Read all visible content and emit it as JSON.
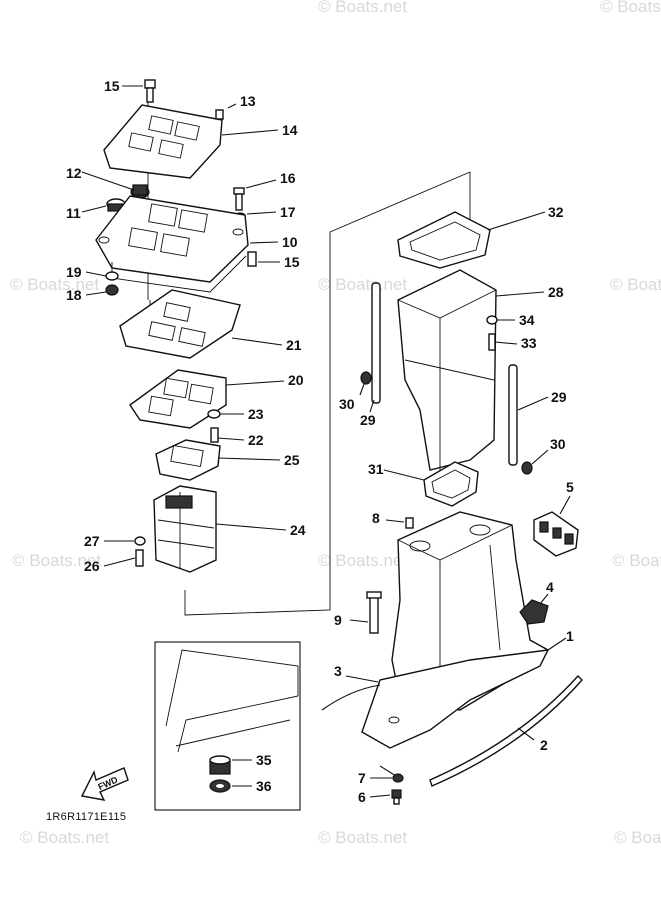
{
  "watermark_text": "© Boats.net",
  "diagram_code": "1R6R1171E115",
  "fwd_label": "FWD",
  "callouts": {
    "c1": "1",
    "c2": "2",
    "c3": "3",
    "c4": "4",
    "c5": "5",
    "c6": "6",
    "c7": "7",
    "c8": "8",
    "c9": "9",
    "c10": "10",
    "c11": "11",
    "c12": "12",
    "c13": "13",
    "c14": "14",
    "c15a": "15",
    "c15b": "15",
    "c16": "16",
    "c17": "17",
    "c18": "18",
    "c19": "19",
    "c20": "20",
    "c21": "21",
    "c22": "22",
    "c23": "23",
    "c24": "24",
    "c25": "25",
    "c26": "26",
    "c27": "27",
    "c28": "28",
    "c29a": "29",
    "c29b": "29",
    "c30a": "30",
    "c30b": "30",
    "c31": "31",
    "c32": "32",
    "c33": "33",
    "c34": "34",
    "c35": "35",
    "c36": "36"
  }
}
